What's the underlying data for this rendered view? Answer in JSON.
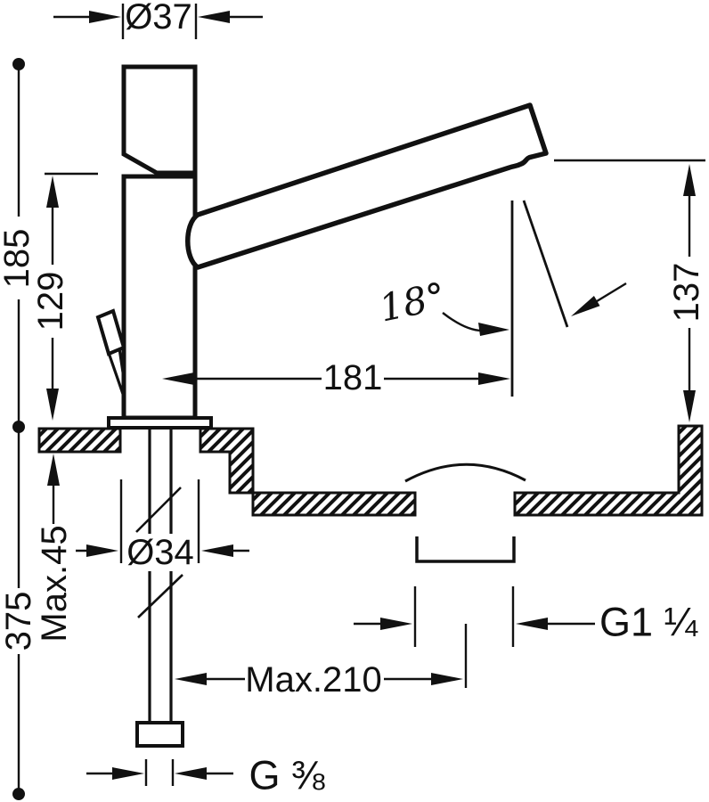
{
  "drawing": {
    "type": "faucet-technical-dimension-drawing",
    "colors": {
      "ink": "#111111",
      "paper": "#ffffff"
    },
    "labels": {
      "body_diameter": "Ø37",
      "height_total": "185",
      "height_body": "129",
      "spout_angle": "18°",
      "reach": "181",
      "outlet_height": "137",
      "deck_thickness_max": "Max.45",
      "under_deck_length": "375",
      "hole_diameter": "Ø34",
      "drain_reach_max": "Max.210",
      "waste_thread": "G1 ¼",
      "supply_thread": "G ⅜"
    }
  }
}
